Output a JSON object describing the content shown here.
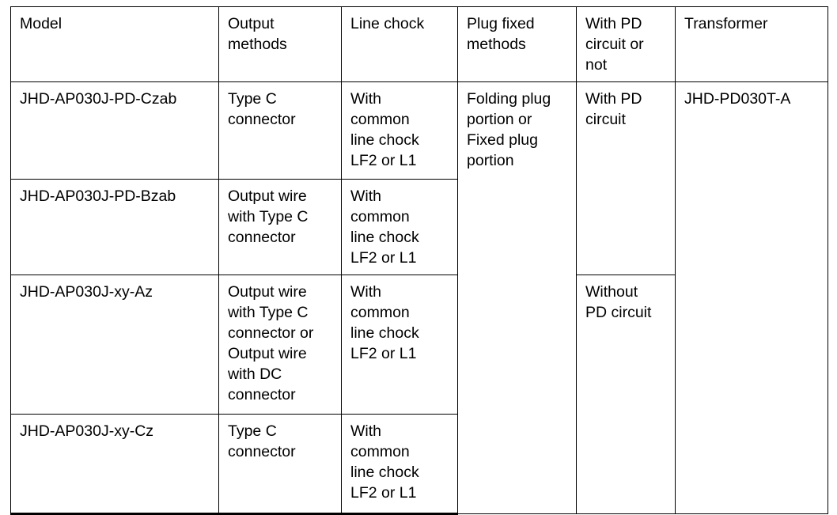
{
  "table": {
    "columns": [
      {
        "key": "model",
        "label": "Model"
      },
      {
        "key": "output_methods",
        "label": "Output\nmethods"
      },
      {
        "key": "line_chock",
        "label": "Line chock"
      },
      {
        "key": "plug_fixed_methods",
        "label": "Plug fixed\nmethods"
      },
      {
        "key": "pd_circuit",
        "label": "With PD\ncircuit or\nnot"
      },
      {
        "key": "transformer",
        "label": "Transformer"
      }
    ],
    "rows": [
      {
        "model": "JHD-AP030J-PD-Czab",
        "output_methods": "Type C\nconnector",
        "line_chock": "With\ncommon\nline chock\nLF2 or L1"
      },
      {
        "model": "JHD-AP030J-PD-Bzab",
        "output_methods": "Output wire\nwith Type C\nconnector",
        "line_chock": "With\ncommon\nline chock\nLF2 or L1"
      },
      {
        "model": "JHD-AP030J-xy-Az",
        "output_methods": "Output wire\nwith Type C\nconnector or\nOutput wire\nwith DC\nconnector",
        "line_chock": "With\ncommon\nline chock\nLF2 or L1"
      },
      {
        "model": "JHD-AP030J-xy-Cz",
        "output_methods": "Type C\nconnector",
        "line_chock": "With\ncommon\nline chock\nLF2 or L1"
      }
    ],
    "merged_cells": {
      "plug_fixed_methods_all_rows": "Folding plug\nportion or\nFixed plug\nportion",
      "pd_circuit_rows_1_2": "With PD\ncircuit",
      "pd_circuit_rows_3_4": "Without\nPD circuit",
      "transformer_all_rows": "JHD-PD030T-A"
    }
  },
  "colors": {
    "border": "#000000",
    "text": "#000000",
    "background": "#ffffff"
  }
}
